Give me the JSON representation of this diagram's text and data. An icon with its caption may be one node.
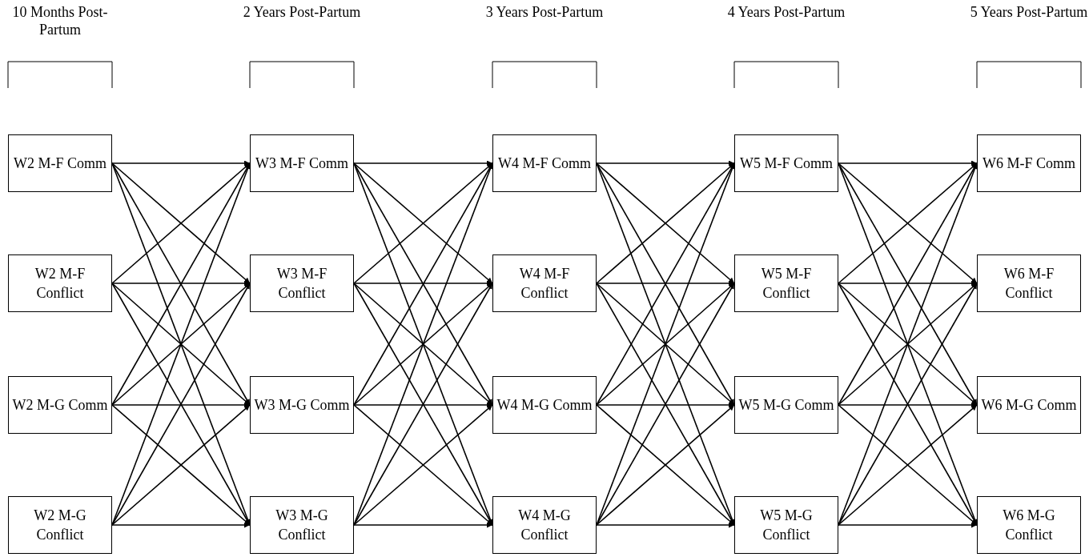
{
  "diagram": {
    "nodes": [
      {
        "text": [
          "W2 M-F Comm"
        ]
      },
      {
        "text": [
          "W2 M-F Conflict"
        ]
      },
      {
        "text": [
          "W2 M-G Comm"
        ]
      },
      {
        "text": [
          "W2 M-G Conflict"
        ]
      },
      {
        "text": [
          "W3 M-F Comm"
        ]
      },
      {
        "text": [
          "W3 M-F Conflict"
        ]
      },
      {
        "text": [
          "W3 M-G Comm"
        ]
      },
      {
        "text": [
          "W3 M-G Conflict"
        ]
      },
      {
        "text": [
          "W4 M-F Comm"
        ]
      },
      {
        "text": [
          "W4 M-F Conflict"
        ]
      },
      {
        "text": [
          "W4 M-G Comm"
        ]
      },
      {
        "text": [
          "W4 M-G Conflict"
        ]
      },
      {
        "text": [
          "W5 M-F Comm"
        ]
      },
      {
        "text": [
          "W5 M-F Conflict"
        ]
      },
      {
        "text": [
          "W5 M-G Comm"
        ]
      },
      {
        "text": [
          "W5 M-G Conflict"
        ]
      },
      {
        "text": [
          "W6 M-F Comm"
        ]
      },
      {
        "text": [
          "W6 M-F Conflict"
        ]
      },
      {
        "text": [
          "W6 M-G Comm"
        ]
      },
      {
        "text": [
          "W6 M-G Conflict"
        ]
      }
    ],
    "edges": [
      {
        "from": 0,
        "to": 4,
        "arrow": "to"
      },
      {
        "from": 0,
        "to": 5,
        "arrow": "to"
      },
      {
        "from": 0,
        "to": 6,
        "arrow": "to"
      },
      {
        "from": 0,
        "to": 7,
        "arrow": "to"
      },
      {
        "from": 1,
        "to": 4,
        "arrow": "to"
      },
      {
        "from": 1,
        "to": 5,
        "arrow": "to"
      },
      {
        "from": 1,
        "to": 6,
        "arrow": "to"
      },
      {
        "from": 1,
        "to": 7,
        "arrow": "to"
      },
      {
        "from": 2,
        "to": 4,
        "arrow": "to"
      },
      {
        "from": 2,
        "to": 5,
        "arrow": "to"
      },
      {
        "from": 2,
        "to": 6,
        "arrow": "to"
      },
      {
        "from": 2,
        "to": 7,
        "arrow": "to"
      },
      {
        "from": 3,
        "to": 4,
        "arrow": "to"
      },
      {
        "from": 3,
        "to": 5,
        "arrow": "to"
      },
      {
        "from": 3,
        "to": 6,
        "arrow": "to"
      },
      {
        "from": 3,
        "to": 7,
        "arrow": "to"
      },
      {
        "from": 4,
        "to": 8,
        "arrow": "to"
      },
      {
        "from": 4,
        "to": 9,
        "arrow": "to"
      },
      {
        "from": 4,
        "to": 10,
        "arrow": "to"
      },
      {
        "from": 4,
        "to": 11,
        "arrow": "to"
      },
      {
        "from": 5,
        "to": 8,
        "arrow": "to"
      },
      {
        "from": 5,
        "to": 9,
        "arrow": "to"
      },
      {
        "from": 5,
        "to": 10,
        "arrow": "to"
      },
      {
        "from": 5,
        "to": 11,
        "arrow": "to"
      },
      {
        "from": 6,
        "to": 8,
        "arrow": "to"
      },
      {
        "from": 6,
        "to": 9,
        "arrow": "to"
      },
      {
        "from": 6,
        "to": 10,
        "arrow": "to"
      },
      {
        "from": 6,
        "to": 11,
        "arrow": "to"
      },
      {
        "from": 7,
        "to": 8,
        "arrow": "to"
      },
      {
        "from": 7,
        "to": 9,
        "arrow": "to"
      },
      {
        "from": 7,
        "to": 10,
        "arrow": "to"
      },
      {
        "from": 7,
        "to": 11,
        "arrow": "to"
      },
      {
        "from": 8,
        "to": 12,
        "arrow": "to"
      },
      {
        "from": 8,
        "to": 13,
        "arrow": "to"
      },
      {
        "from": 8,
        "to": 14,
        "arrow": "to"
      },
      {
        "from": 8,
        "to": 15,
        "arrow": "to"
      },
      {
        "from": 9,
        "to": 12,
        "arrow": "to"
      },
      {
        "from": 9,
        "to": 13,
        "arrow": "to"
      },
      {
        "from": 9,
        "to": 14,
        "arrow": "to"
      },
      {
        "from": 9,
        "to": 15,
        "arrow": "to"
      },
      {
        "from": 10,
        "to": 12,
        "arrow": "to"
      },
      {
        "from": 10,
        "to": 13,
        "arrow": "to"
      },
      {
        "from": 10,
        "to": 14,
        "arrow": "to"
      },
      {
        "from": 10,
        "to": 15,
        "arrow": "to"
      },
      {
        "from": 11,
        "to": 12,
        "arrow": "to"
      },
      {
        "from": 11,
        "to": 13,
        "arrow": "to"
      },
      {
        "from": 11,
        "to": 14,
        "arrow": "to"
      },
      {
        "from": 11,
        "to": 15,
        "arrow": "to"
      },
      {
        "from": 12,
        "to": 16,
        "arrow": "to"
      },
      {
        "from": 12,
        "to": 17,
        "arrow": "to"
      },
      {
        "from": 12,
        "to": 18,
        "arrow": "to"
      },
      {
        "from": 12,
        "to": 19,
        "arrow": "to"
      },
      {
        "from": 13,
        "to": 16,
        "arrow": "to"
      },
      {
        "from": 13,
        "to": 17,
        "arrow": "to"
      },
      {
        "from": 13,
        "to": 18,
        "arrow": "to"
      },
      {
        "from": 13,
        "to": 19,
        "arrow": "to"
      },
      {
        "from": 14,
        "to": 16,
        "arrow": "to"
      },
      {
        "from": 14,
        "to": 17,
        "arrow": "to"
      },
      {
        "from": 14,
        "to": 18,
        "arrow": "to"
      },
      {
        "from": 14,
        "to": 19,
        "arrow": "to"
      },
      {
        "from": 15,
        "to": 16,
        "arrow": "to"
      },
      {
        "from": 15,
        "to": 17,
        "arrow": "to"
      },
      {
        "from": 15,
        "to": 18,
        "arrow": "to"
      },
      {
        "from": 15,
        "to": 19,
        "arrow": "to"
      }
    ],
    "labels": [
      "10 Months Post-Partum",
      "2 Years Post-Partum",
      "3 Years Post-Partum",
      "4 Years Post-Partum",
      "5 Years Post-Partum"
    ]
  }
}
